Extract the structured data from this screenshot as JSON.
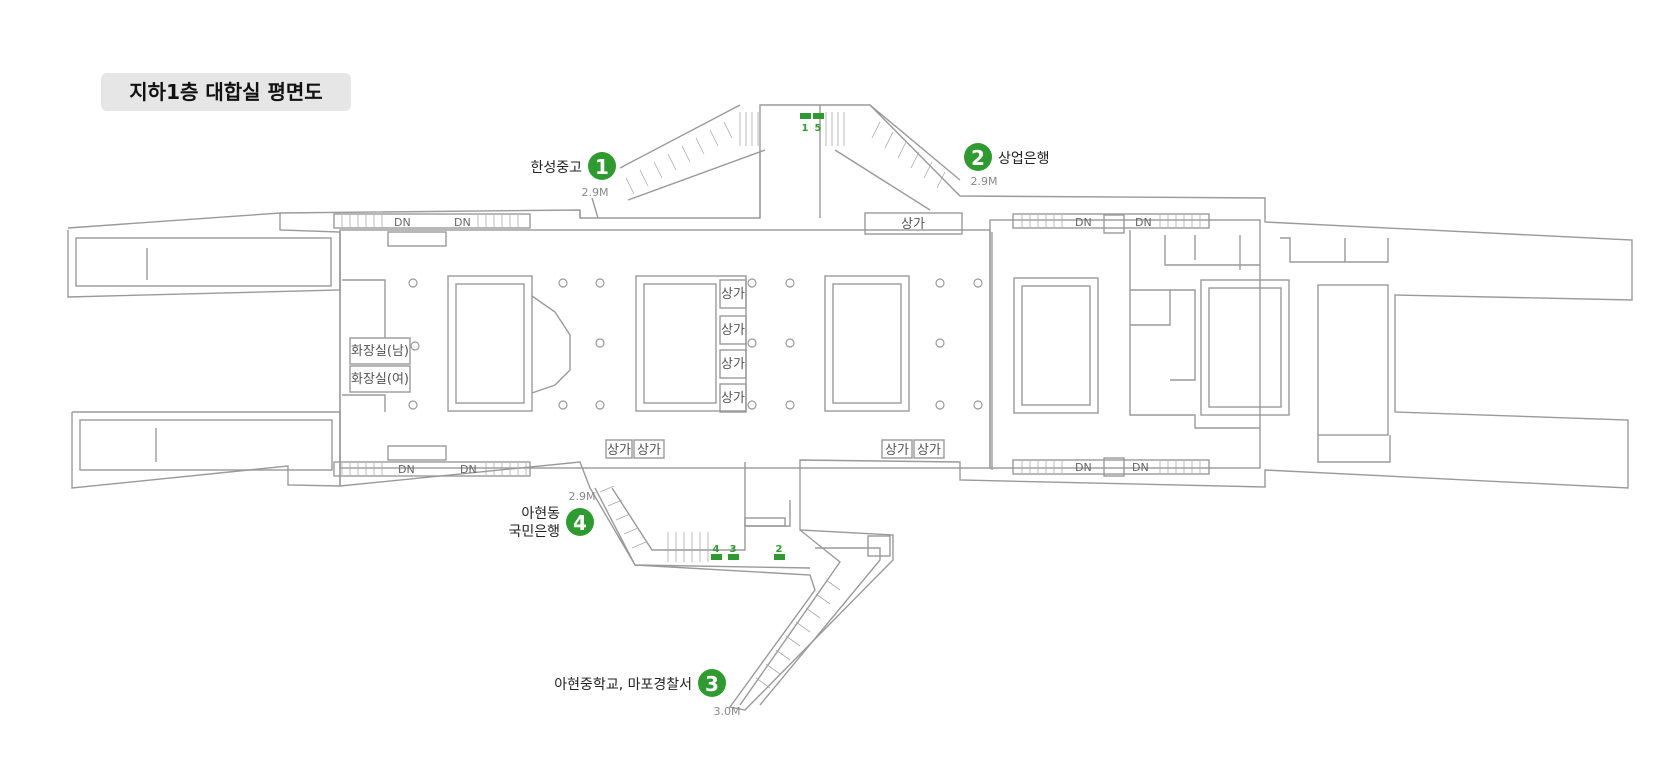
{
  "title": "지하1층 대합실 평면도",
  "colors": {
    "accent": "#2f9a2f",
    "wall": "#9a9a9a",
    "text": "#222222",
    "muted": "#888888"
  },
  "exits": [
    {
      "number": "1",
      "label": "한성중고",
      "height": "2.9M"
    },
    {
      "number": "2",
      "label": "상업은행",
      "height": "2.9M"
    },
    {
      "number": "3",
      "label": "아현중학교, 마포경찰서",
      "height": "3.0M"
    },
    {
      "number": "4",
      "label_line1": "아현동",
      "label_line2": "국민은행",
      "height": "2.9M"
    }
  ],
  "gate_markers": {
    "top": [
      "1",
      "5"
    ],
    "bottom": [
      "4",
      "3",
      "2"
    ]
  },
  "rooms": {
    "restroom_men": "화장실(남)",
    "restroom_women": "화장실(여)",
    "shop": "상가"
  },
  "stairs_down": "DN"
}
